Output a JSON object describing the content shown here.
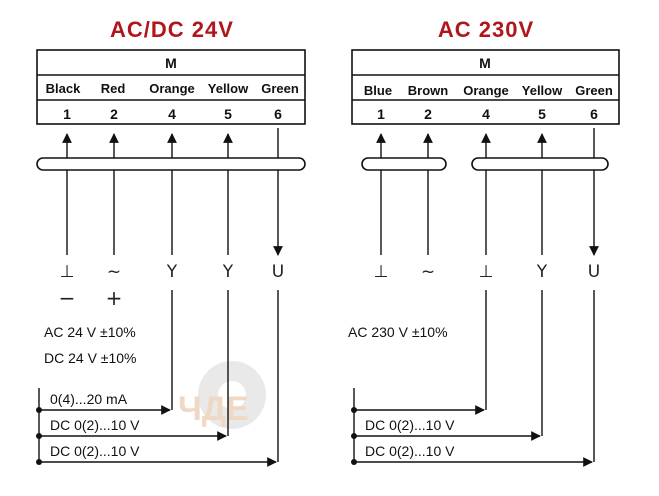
{
  "left": {
    "title": "AC/DC 24V",
    "header": "M",
    "wires": [
      "Black",
      "Red",
      "Orange",
      "Yellow",
      "Green"
    ],
    "terminals": [
      "1",
      "2",
      "4",
      "5",
      "6"
    ],
    "symbols": [
      "⊥",
      "~",
      "Y",
      "Y",
      "U"
    ],
    "polarity": [
      "−",
      "+"
    ],
    "supply": [
      "AC 24 V ±10%",
      "DC 24 V ±10%"
    ],
    "signals": [
      "0(4)...20 mA",
      "DC 0(2)...10 V",
      "DC 0(2)...10 V"
    ]
  },
  "right": {
    "title": "AC 230V",
    "header": "M",
    "wires": [
      "Blue",
      "Brown",
      "Orange",
      "Yellow",
      "Green"
    ],
    "terminals": [
      "1",
      "2",
      "4",
      "5",
      "6"
    ],
    "symbols": [
      "⊥",
      "~",
      "⊥",
      "Y",
      "U"
    ],
    "supply": [
      "AC 230 V ±10%"
    ],
    "signals": [
      "DC 0(2)...10 V",
      "DC 0(2)...10 V"
    ]
  }
}
